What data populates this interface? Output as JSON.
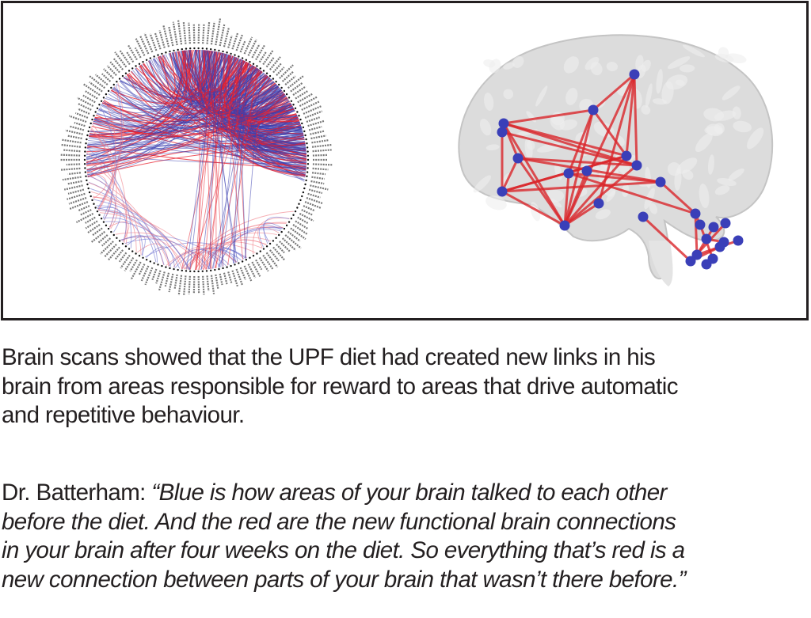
{
  "figure": {
    "left_panel": {
      "type": "circular-connectivity-diagram",
      "legend_colors": {
        "before_diet": "#3a3fb0",
        "after_diet": "#e8202e"
      }
    },
    "right_panel": {
      "type": "brain-network-render",
      "node_color": "#3a3fb8",
      "edge_color": "#d9262b",
      "brain_color": "#d6d6d6"
    }
  },
  "caption": {
    "lines": [
      "Brain scans showed that the UPF diet had created new links in his",
      "brain from areas responsible for reward to areas that drive automatic",
      "and repetitive behaviour."
    ]
  },
  "quote": {
    "speaker": "Dr. Batterham:",
    "lines": [
      "“Blue is how areas of your brain talked to each other",
      "before the diet. And the red are the new functional brain connections",
      "in your brain after four weeks on the diet. So everything that’s red is a",
      "new connection between parts of your brain that wasn’t there before.”"
    ]
  }
}
